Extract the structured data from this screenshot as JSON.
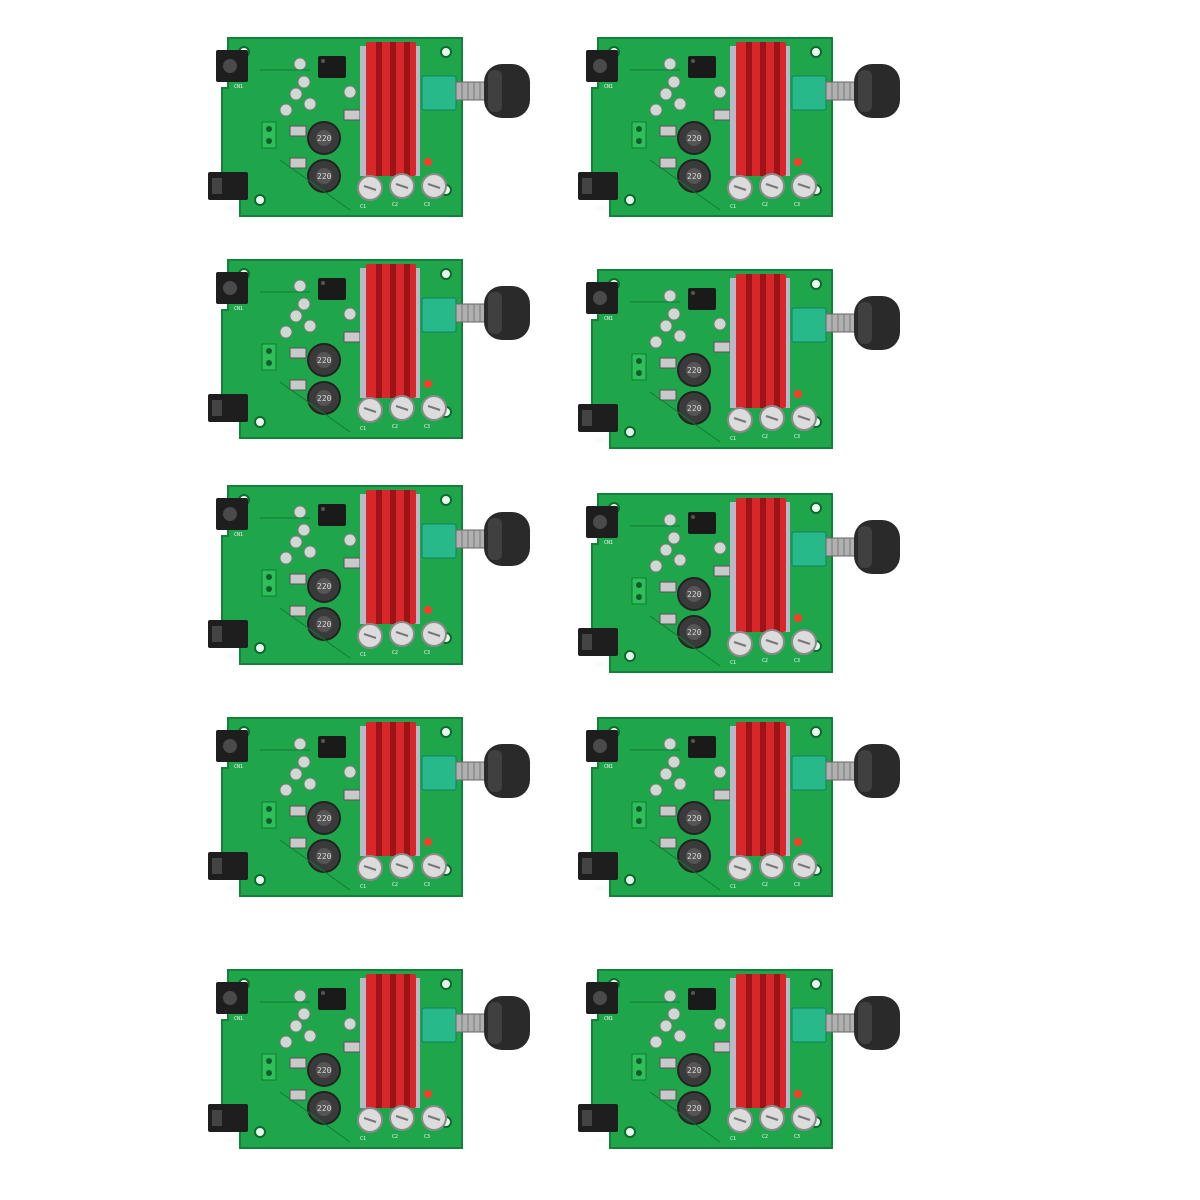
{
  "image": {
    "background": "#ffffff",
    "subject": "amplifier-board",
    "count": 10,
    "grid": {
      "rows": 5,
      "columns": 2
    }
  },
  "colors": {
    "pcb": "#1fa64a",
    "pcb_dark": "#14803a",
    "heatsink": "#d8262a",
    "heatsink_dark": "#9c1418",
    "pot_body": "#27b98a",
    "knob": "#2a2a2a",
    "inductor": "#3a3a3a",
    "capacitor": "#dcdcdc",
    "jack": "#1e1e1e",
    "terminal": "#2fbf5a"
  },
  "silkscreen": {
    "caps": [
      "C1",
      "C2",
      "C3"
    ],
    "jacks": [
      "CN1",
      "CN2"
    ],
    "inductor_marking": "220"
  }
}
